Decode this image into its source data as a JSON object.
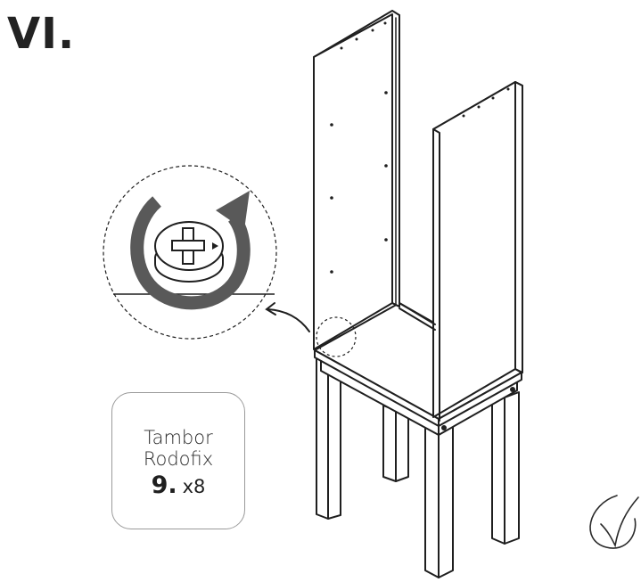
{
  "step": {
    "title": "VI."
  },
  "part": {
    "name_line1": "Tambor",
    "name_line2": "Rodofix",
    "number": "9.",
    "quantity": "x8"
  },
  "icons": {
    "rotation": "clockwise-arrow-icon",
    "screw": "cross-head-screw-icon",
    "check": "checkmark-icon",
    "pointer": "curved-pointer-arrow-icon"
  },
  "colors": {
    "line": "#1f1f1f",
    "arrow": "#595959",
    "card_border": "#9a9a9a"
  }
}
